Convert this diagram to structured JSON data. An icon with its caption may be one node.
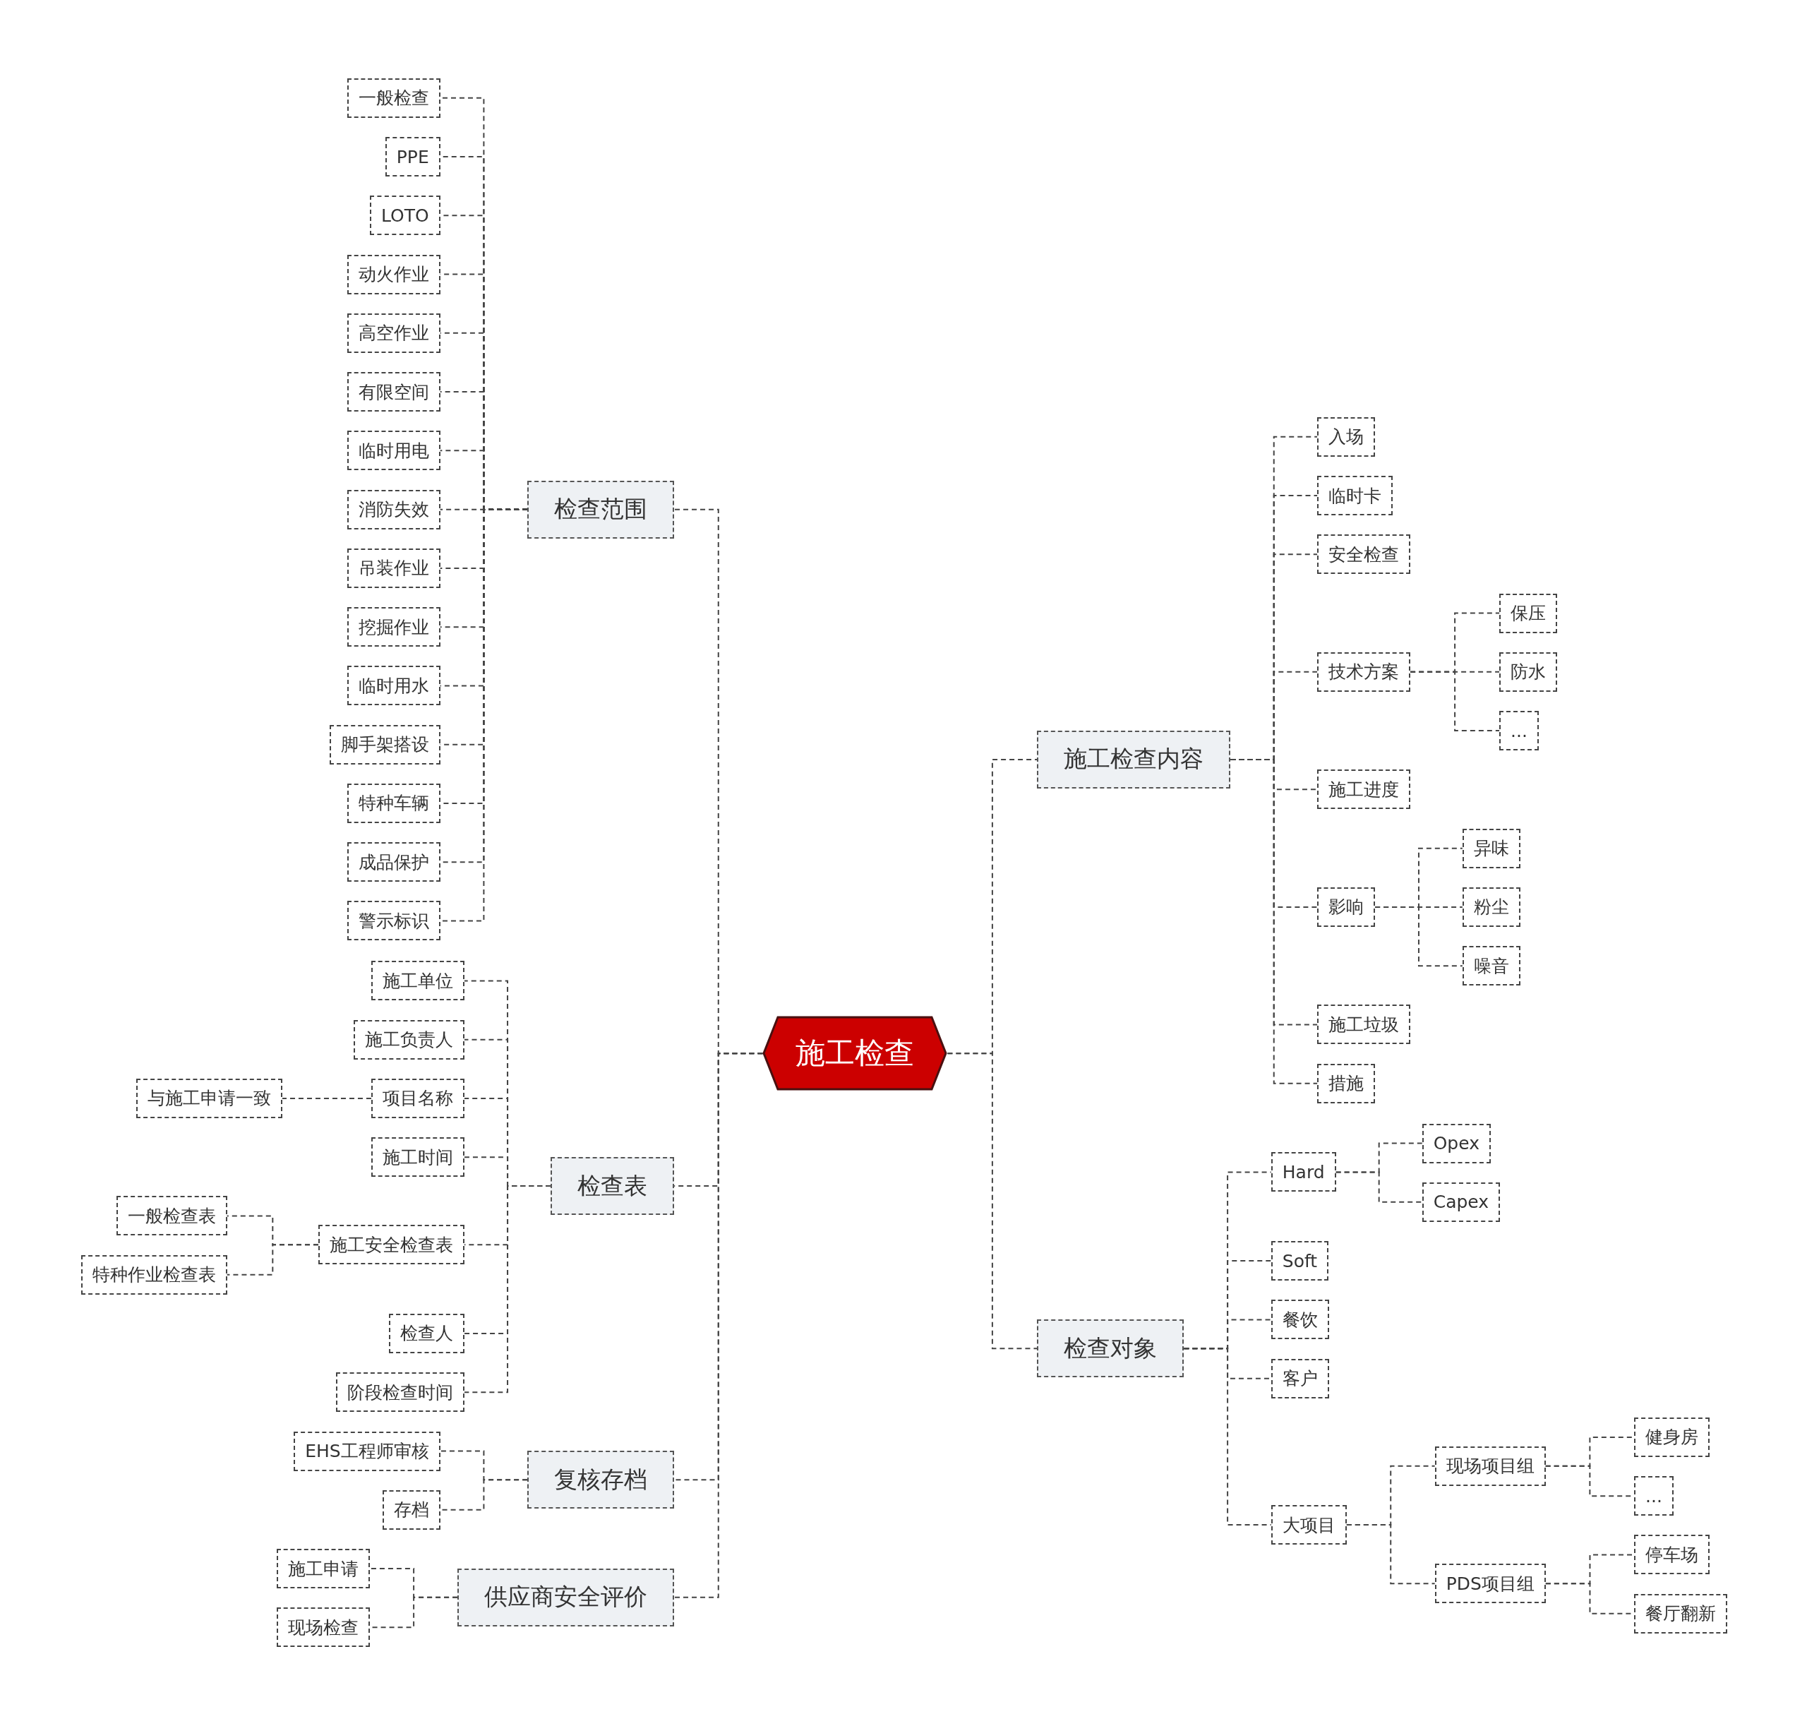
{
  "diagram": {
    "nodes": [
      {
        "text": [
          "施工检查"
        ]
      },
      {
        "text": [
          "检查范围"
        ]
      },
      {
        "text": [
          "一般检查"
        ]
      },
      {
        "text": [
          "PPE"
        ]
      },
      {
        "text": [
          "LOTO"
        ]
      },
      {
        "text": [
          "动火作业"
        ]
      },
      {
        "text": [
          "高空作业"
        ]
      },
      {
        "text": [
          "有限空间"
        ]
      },
      {
        "text": [
          "临时用电"
        ]
      },
      {
        "text": [
          "消防失效"
        ]
      },
      {
        "text": [
          "吊装作业"
        ]
      },
      {
        "text": [
          "挖掘作业"
        ]
      },
      {
        "text": [
          "临时用水"
        ]
      },
      {
        "text": [
          "脚手架搭设"
        ]
      },
      {
        "text": [
          "特种车辆"
        ]
      },
      {
        "text": [
          "成品保护"
        ]
      },
      {
        "text": [
          "警示标识"
        ]
      },
      {
        "text": [
          "检查表"
        ]
      },
      {
        "text": [
          "施工单位"
        ]
      },
      {
        "text": [
          "施工负责人"
        ]
      },
      {
        "text": [
          "项目名称"
        ]
      },
      {
        "text": [
          "与施工申请一致"
        ]
      },
      {
        "text": [
          "施工时间"
        ]
      },
      {
        "text": [
          "施工安全检查表"
        ]
      },
      {
        "text": [
          "一般检查表"
        ]
      },
      {
        "text": [
          "特种作业检查表"
        ]
      },
      {
        "text": [
          "检查人"
        ]
      },
      {
        "text": [
          "阶段检查时间"
        ]
      },
      {
        "text": [
          "复核存档"
        ]
      },
      {
        "text": [
          "EHS工程师审核"
        ]
      },
      {
        "text": [
          "存档"
        ]
      },
      {
        "text": [
          "供应商安全评价"
        ]
      },
      {
        "text": [
          "施工申请"
        ]
      },
      {
        "text": [
          "现场检查"
        ]
      },
      {
        "text": [
          "施工检查内容"
        ]
      },
      {
        "text": [
          "入场"
        ]
      },
      {
        "text": [
          "临时卡"
        ]
      },
      {
        "text": [
          "安全检查"
        ]
      },
      {
        "text": [
          "技术方案"
        ]
      },
      {
        "text": [
          "保压"
        ]
      },
      {
        "text": [
          "防水"
        ]
      },
      {
        "text": [
          "..."
        ]
      },
      {
        "text": [
          "施工进度"
        ]
      },
      {
        "text": [
          "影响"
        ]
      },
      {
        "text": [
          "异味"
        ]
      },
      {
        "text": [
          "粉尘"
        ]
      },
      {
        "text": [
          "噪音"
        ]
      },
      {
        "text": [
          "施工垃圾"
        ]
      },
      {
        "text": [
          "措施"
        ]
      },
      {
        "text": [
          "检查对象"
        ]
      },
      {
        "text": [
          "Hard"
        ]
      },
      {
        "text": [
          "Opex"
        ]
      },
      {
        "text": [
          "Capex"
        ]
      },
      {
        "text": [
          "Soft"
        ]
      },
      {
        "text": [
          "餐饮"
        ]
      },
      {
        "text": [
          "客户"
        ]
      },
      {
        "text": [
          "大项目"
        ]
      },
      {
        "text": [
          "现场项目组"
        ]
      },
      {
        "text": [
          "健身房"
        ]
      },
      {
        "text": [
          "..."
        ]
      },
      {
        "text": [
          "PDS项目组"
        ]
      },
      {
        "text": [
          "停车场"
        ]
      },
      {
        "text": [
          "餐厅翻新"
        ]
      }
    ],
    "edges": [
      {
        "from": 0,
        "to": 1,
        "arrow": "none"
      },
      {
        "from": 0,
        "to": 17,
        "arrow": "none"
      },
      {
        "from": 0,
        "to": 28,
        "arrow": "none"
      },
      {
        "from": 0,
        "to": 31,
        "arrow": "none"
      },
      {
        "from": 0,
        "to": 34,
        "arrow": "none"
      },
      {
        "from": 0,
        "to": 49,
        "arrow": "none"
      },
      {
        "from": 1,
        "to": 2,
        "arrow": "none"
      },
      {
        "from": 1,
        "to": 3,
        "arrow": "none"
      },
      {
        "from": 1,
        "to": 4,
        "arrow": "none"
      },
      {
        "from": 1,
        "to": 5,
        "arrow": "none"
      },
      {
        "from": 1,
        "to": 6,
        "arrow": "none"
      },
      {
        "from": 1,
        "to": 7,
        "arrow": "none"
      },
      {
        "from": 1,
        "to": 8,
        "arrow": "none"
      },
      {
        "from": 1,
        "to": 9,
        "arrow": "none"
      },
      {
        "from": 1,
        "to": 10,
        "arrow": "none"
      },
      {
        "from": 1,
        "to": 11,
        "arrow": "none"
      },
      {
        "from": 1,
        "to": 12,
        "arrow": "none"
      },
      {
        "from": 1,
        "to": 13,
        "arrow": "none"
      },
      {
        "from": 1,
        "to": 14,
        "arrow": "none"
      },
      {
        "from": 1,
        "to": 15,
        "arrow": "none"
      },
      {
        "from": 1,
        "to": 16,
        "arrow": "none"
      },
      {
        "from": 17,
        "to": 18,
        "arrow": "none"
      },
      {
        "from": 17,
        "to": 19,
        "arrow": "none"
      },
      {
        "from": 17,
        "to": 20,
        "arrow": "none"
      },
      {
        "from": 20,
        "to": 21,
        "arrow": "none"
      },
      {
        "from": 17,
        "to": 22,
        "arrow": "none"
      },
      {
        "from": 17,
        "to": 23,
        "arrow": "none"
      },
      {
        "from": 23,
        "to": 24,
        "arrow": "none"
      },
      {
        "from": 23,
        "to": 25,
        "arrow": "none"
      },
      {
        "from": 17,
        "to": 26,
        "arrow": "none"
      },
      {
        "from": 17,
        "to": 27,
        "arrow": "none"
      },
      {
        "from": 28,
        "to": 29,
        "arrow": "none"
      },
      {
        "from": 28,
        "to": 30,
        "arrow": "none"
      },
      {
        "from": 31,
        "to": 32,
        "arrow": "none"
      },
      {
        "from": 31,
        "to": 33,
        "arrow": "none"
      },
      {
        "from": 34,
        "to": 35,
        "arrow": "none"
      },
      {
        "from": 34,
        "to": 36,
        "arrow": "none"
      },
      {
        "from": 34,
        "to": 37,
        "arrow": "none"
      },
      {
        "from": 34,
        "to": 38,
        "arrow": "none"
      },
      {
        "from": 38,
        "to": 39,
        "arrow": "none"
      },
      {
        "from": 38,
        "to": 40,
        "arrow": "none"
      },
      {
        "from": 38,
        "to": 41,
        "arrow": "none"
      },
      {
        "from": 34,
        "to": 42,
        "arrow": "none"
      },
      {
        "from": 34,
        "to": 43,
        "arrow": "none"
      },
      {
        "from": 43,
        "to": 44,
        "arrow": "none"
      },
      {
        "from": 43,
        "to": 45,
        "arrow": "none"
      },
      {
        "from": 43,
        "to": 46,
        "arrow": "none"
      },
      {
        "from": 34,
        "to": 47,
        "arrow": "none"
      },
      {
        "from": 34,
        "to": 48,
        "arrow": "none"
      },
      {
        "from": 49,
        "to": 50,
        "arrow": "none"
      },
      {
        "from": 50,
        "to": 51,
        "arrow": "none"
      },
      {
        "from": 50,
        "to": 52,
        "arrow": "none"
      },
      {
        "from": 49,
        "to": 53,
        "arrow": "none"
      },
      {
        "from": 49,
        "to": 54,
        "arrow": "none"
      },
      {
        "from": 49,
        "to": 55,
        "arrow": "none"
      },
      {
        "from": 49,
        "to": 56,
        "arrow": "none"
      },
      {
        "from": 56,
        "to": 57,
        "arrow": "none"
      },
      {
        "from": 57,
        "to": 58,
        "arrow": "none"
      },
      {
        "from": 57,
        "to": 59,
        "arrow": "none"
      },
      {
        "from": 56,
        "to": 60,
        "arrow": "none"
      },
      {
        "from": 60,
        "to": 61,
        "arrow": "none"
      },
      {
        "from": 60,
        "to": 62,
        "arrow": "none"
      }
    ]
  }
}
